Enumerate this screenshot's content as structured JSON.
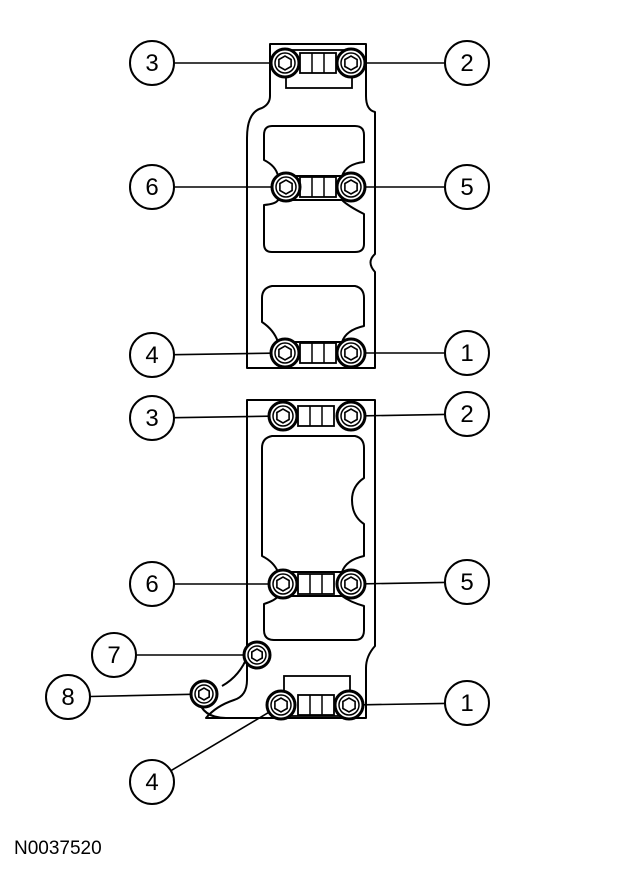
{
  "figure_code": "N0037520",
  "upper_cap": {
    "callouts": [
      {
        "bolt": "tl",
        "label": "3"
      },
      {
        "bolt": "tr",
        "label": "2"
      },
      {
        "bolt": "ml",
        "label": "6"
      },
      {
        "bolt": "mr",
        "label": "5"
      },
      {
        "bolt": "bl",
        "label": "4"
      },
      {
        "bolt": "br",
        "label": "1"
      }
    ]
  },
  "lower_cap": {
    "callouts": [
      {
        "bolt": "tl",
        "label": "3"
      },
      {
        "bolt": "tr",
        "label": "2"
      },
      {
        "bolt": "ml",
        "label": "6"
      },
      {
        "bolt": "mr",
        "label": "5"
      },
      {
        "bolt": "s7",
        "label": "7"
      },
      {
        "bolt": "s8",
        "label": "8"
      },
      {
        "bolt": "bl",
        "label": "4"
      },
      {
        "bolt": "br",
        "label": "1"
      }
    ]
  }
}
